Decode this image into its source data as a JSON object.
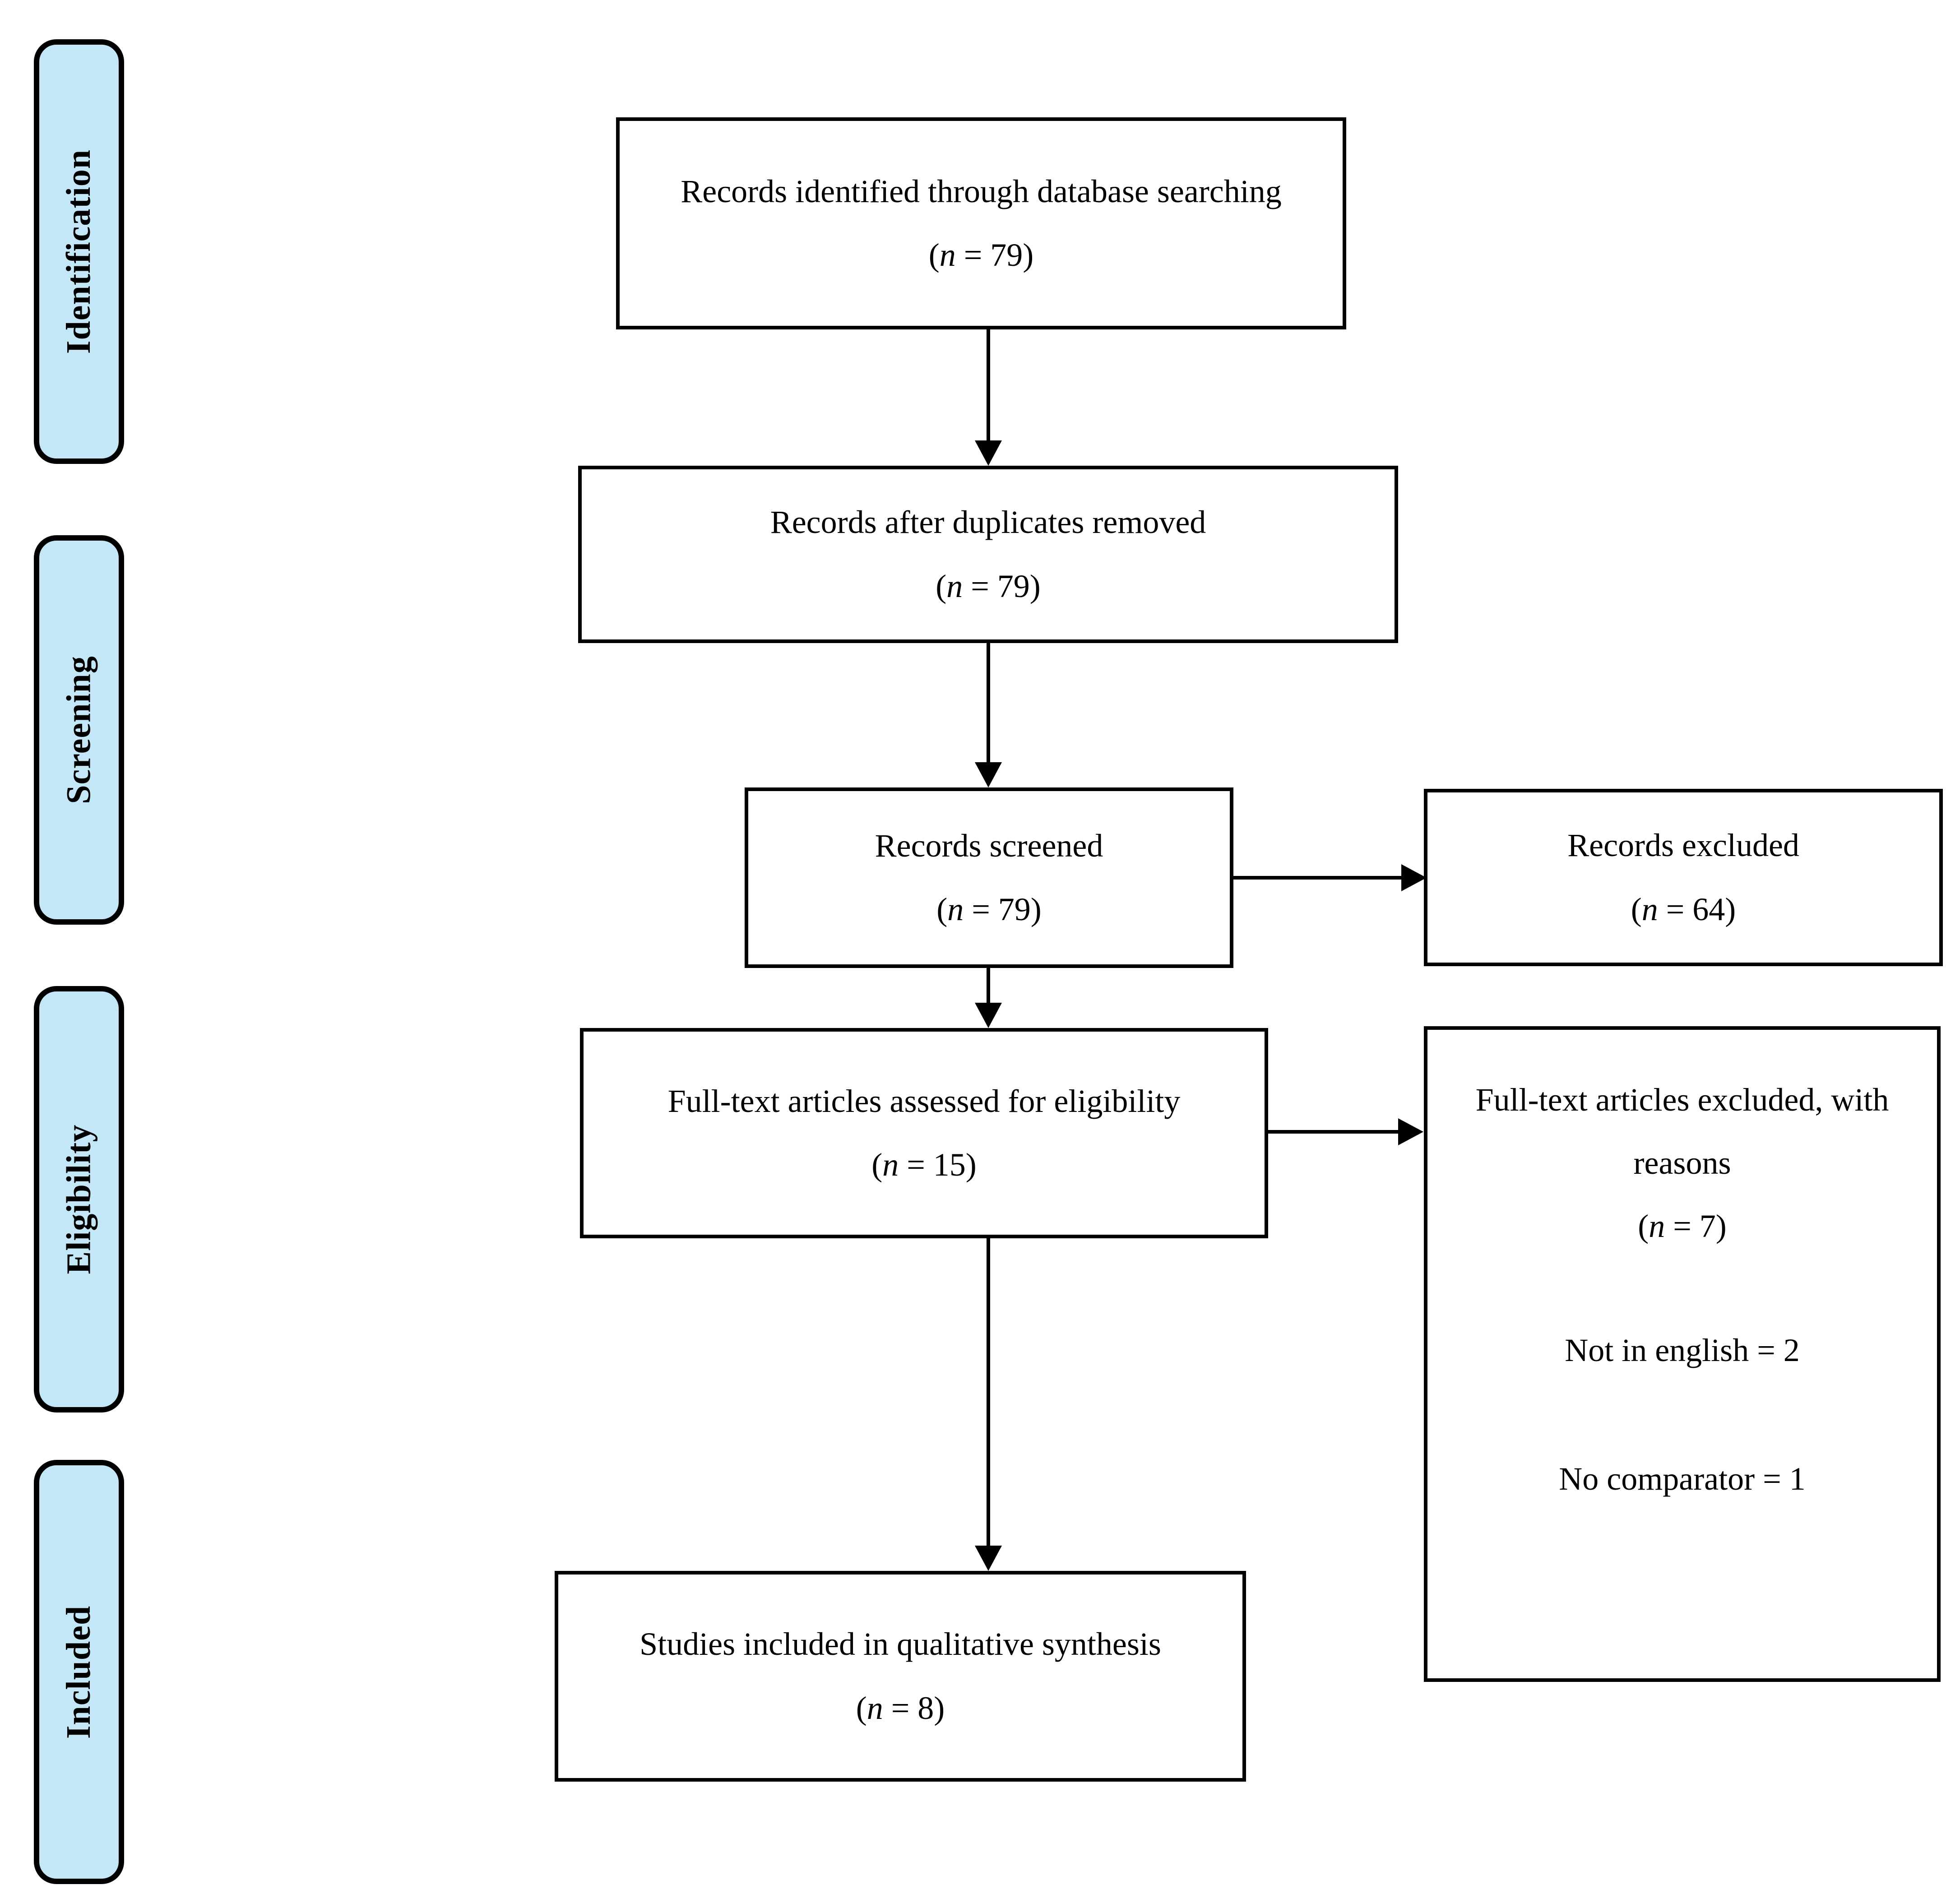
{
  "figure": {
    "kind": "PRISMA flow diagram"
  },
  "colors": {
    "stage_fill": "#c3e7f6",
    "border": "#000000",
    "box_fill": "#ffffff",
    "text": "#000000"
  },
  "sidebar": {
    "items": [
      {
        "label": "Identification"
      },
      {
        "label": "Screening"
      },
      {
        "label": "Eligibility"
      },
      {
        "label": "Included"
      }
    ]
  },
  "flow": {
    "identified": {
      "label": "Records identified through database searching",
      "count_prefix": "(",
      "count_symbol": "n",
      "count_suffix": " = 79)"
    },
    "deduplicated": {
      "label": "Records after duplicates removed",
      "count_prefix": "(",
      "count_symbol": "n",
      "count_suffix": " = 79)"
    },
    "screened": {
      "label": "Records screened",
      "count_prefix": "(",
      "count_symbol": "n",
      "count_suffix": " = 79)"
    },
    "records_excluded": {
      "label": "Records excluded",
      "count_prefix": "(",
      "count_symbol": "n",
      "count_suffix": " = 64)"
    },
    "fulltext_assessed": {
      "label": "Full-text articles assessed for eligibility",
      "count_prefix": "(",
      "count_symbol": "n",
      "count_suffix": " = 15)"
    },
    "fulltext_excluded": {
      "label_line1": "Full-text articles excluded, with",
      "label_line2": "reasons",
      "count_prefix": "(",
      "count_symbol": "n",
      "count_suffix": " = 7)",
      "reasons": [
        "Not in english = 2",
        "No comparator = 1"
      ]
    },
    "included_qualitative": {
      "label": "Studies included in qualitative synthesis",
      "count_prefix": "(",
      "count_symbol": "n",
      "count_suffix": " = 8)"
    }
  }
}
